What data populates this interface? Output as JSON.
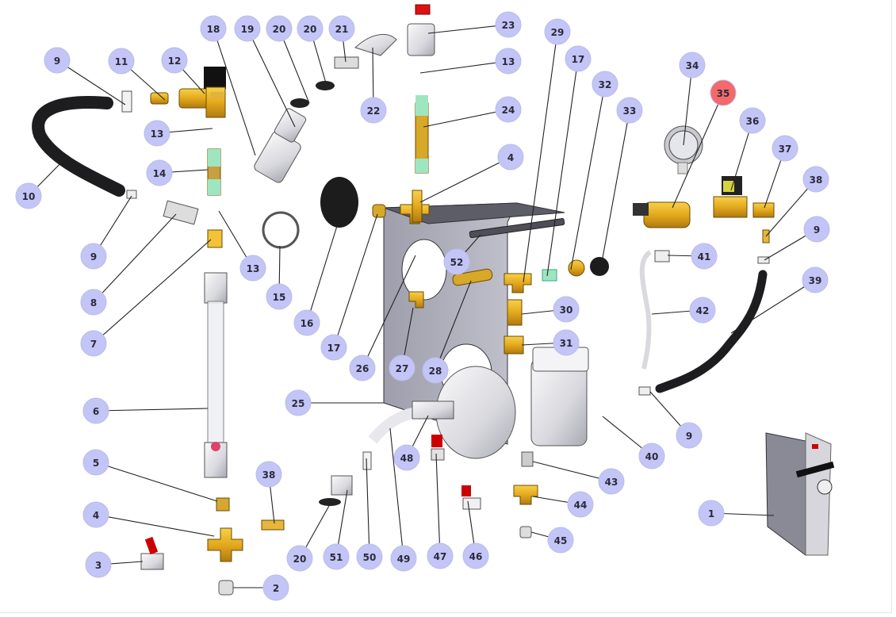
{
  "diagram": {
    "title": "Pump unit exploded parts diagram",
    "callout_color": "#c3c5f7",
    "highlight_color": "#f4696b",
    "highlighted_part": "35",
    "callouts": [
      {
        "label": "9",
        "part": "hose-clamp"
      },
      {
        "label": "11",
        "part": "hose-barb-fitting"
      },
      {
        "label": "12",
        "part": "angle-valve"
      },
      {
        "label": "18",
        "part": "camlock-coupling"
      },
      {
        "label": "19",
        "part": "quick-coupling"
      },
      {
        "label": "20",
        "part": "gasket"
      },
      {
        "label": "20",
        "part": "gasket"
      },
      {
        "label": "21",
        "part": "coupling-clip"
      },
      {
        "label": "22",
        "part": "elbow-pipe"
      },
      {
        "label": "23",
        "part": "ball-valve"
      },
      {
        "label": "13",
        "part": "washer"
      },
      {
        "label": "24",
        "part": "nipple-pipe"
      },
      {
        "label": "29",
        "part": "tee-fitting"
      },
      {
        "label": "17",
        "part": "nipple"
      },
      {
        "label": "32",
        "part": "reducer"
      },
      {
        "label": "33",
        "part": "connector"
      },
      {
        "label": "34",
        "part": "pressure-gauge"
      },
      {
        "label": "35",
        "part": "pressure-switch"
      },
      {
        "label": "36",
        "part": "solenoid-valve"
      },
      {
        "label": "37",
        "part": "elbow-fitting"
      },
      {
        "label": "38",
        "part": "hose-barb"
      },
      {
        "label": "9",
        "part": "hose-clamp"
      },
      {
        "label": "39",
        "part": "hose"
      },
      {
        "label": "41",
        "part": "elbow-connector"
      },
      {
        "label": "42",
        "part": "tube"
      },
      {
        "label": "13",
        "part": "washer"
      },
      {
        "label": "14",
        "part": "nipple"
      },
      {
        "label": "10",
        "part": "hose"
      },
      {
        "label": "9",
        "part": "hose-clamp"
      },
      {
        "label": "8",
        "part": "coupling-cap"
      },
      {
        "label": "13",
        "part": "washer"
      },
      {
        "label": "7",
        "part": "reducer-nut"
      },
      {
        "label": "15",
        "part": "pressure-gauge"
      },
      {
        "label": "16",
        "part": "grommet"
      },
      {
        "label": "17",
        "part": "nipple"
      },
      {
        "label": "4",
        "part": "cross-fitting"
      },
      {
        "label": "52",
        "part": "rail"
      },
      {
        "label": "26",
        "part": "nipple"
      },
      {
        "label": "27",
        "part": "elbow"
      },
      {
        "label": "28",
        "part": "pipe-nipple"
      },
      {
        "label": "30",
        "part": "adapter"
      },
      {
        "label": "31",
        "part": "adapter"
      },
      {
        "label": "25",
        "part": "mounting-plate"
      },
      {
        "label": "6",
        "part": "sight-glass"
      },
      {
        "label": "5",
        "part": "nipple"
      },
      {
        "label": "4",
        "part": "cross-fitting"
      },
      {
        "label": "3",
        "part": "ball-valve"
      },
      {
        "label": "2",
        "part": "cap"
      },
      {
        "label": "38",
        "part": "hose-barb"
      },
      {
        "label": "20",
        "part": "gasket"
      },
      {
        "label": "51",
        "part": "coupling"
      },
      {
        "label": "50",
        "part": "plug"
      },
      {
        "label": "49",
        "part": "suction-hose"
      },
      {
        "label": "48",
        "part": "hose-fitting"
      },
      {
        "label": "47",
        "part": "drain-valve"
      },
      {
        "label": "46",
        "part": "ball-valve"
      },
      {
        "label": "40",
        "part": "jet-pump"
      },
      {
        "label": "43",
        "part": "drain-plug"
      },
      {
        "label": "44",
        "part": "tee"
      },
      {
        "label": "45",
        "part": "cap"
      },
      {
        "label": "9",
        "part": "hose-clamp"
      },
      {
        "label": "1",
        "part": "assembled-unit"
      }
    ]
  }
}
